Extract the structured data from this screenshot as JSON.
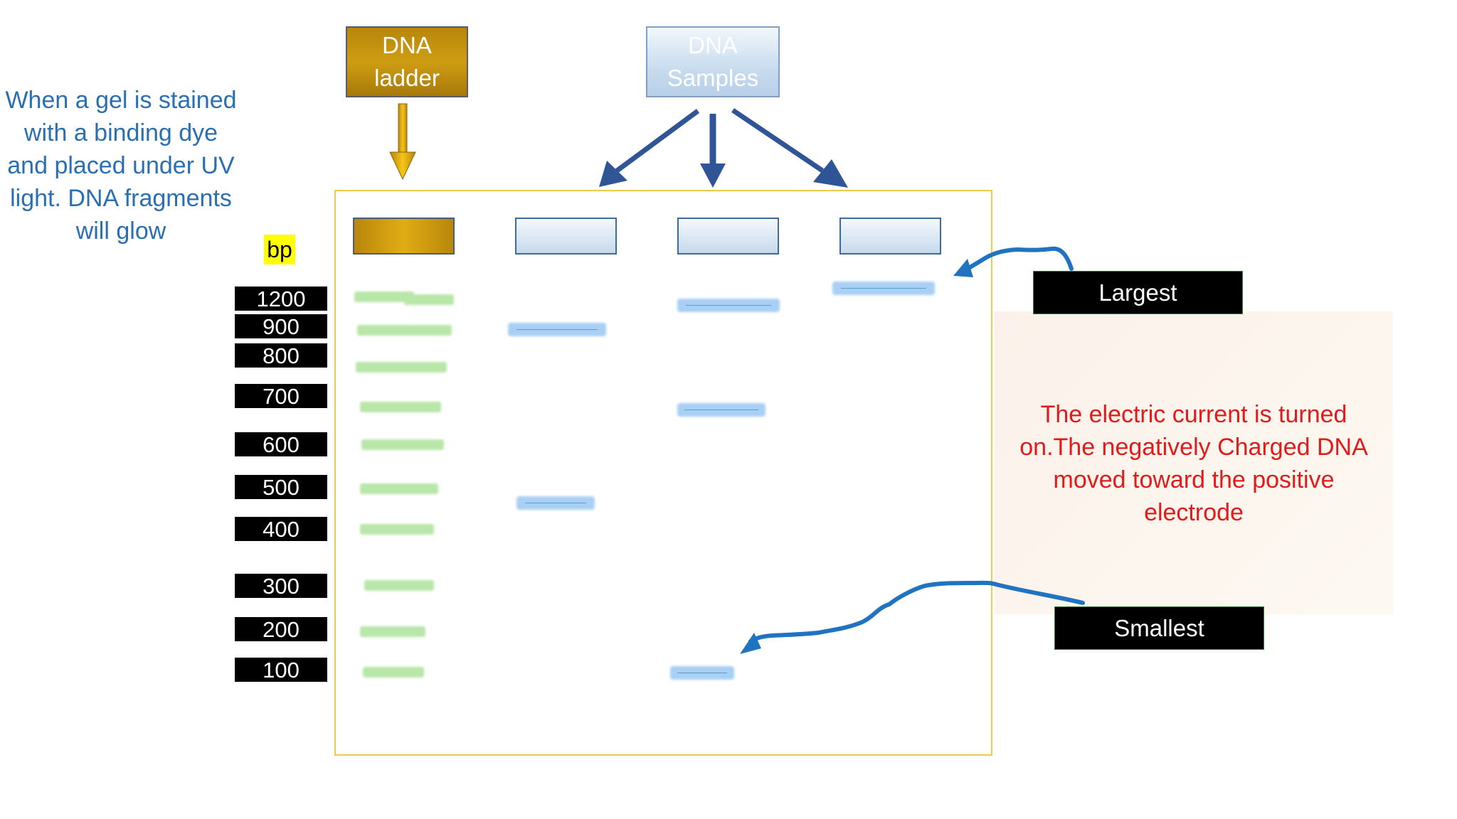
{
  "note": {
    "line1": "When a gel is stained",
    "line2": "with a binding dye",
    "line3": "and placed under UV",
    "line4": "light. DNA fragments",
    "line5": "will glow"
  },
  "headers": {
    "ladder_line1": "DNA",
    "ladder_line2": "ladder",
    "samples_line1": "DNA",
    "samples_line2": "Samples"
  },
  "bp_label": "bp",
  "sizes": [
    "1200",
    "900",
    "800",
    "700",
    "600",
    "500",
    "400",
    "300",
    "200",
    "100"
  ],
  "callouts": {
    "largest": "Largest",
    "smallest": "Smallest"
  },
  "current_note": {
    "line1": "The electric current is turned",
    "line2": "on.The negatively Charged DNA",
    "line3": "moved toward the positive",
    "line4": "electrode"
  },
  "colors": {
    "ladder_gold": "#b8860b",
    "ladder_band": "#b9e6a9",
    "sample_band": "#a9cff5",
    "arrow_blue": "#2f5597",
    "annotation_blue": "#1f73c0",
    "note_red": "#e11b1b"
  }
}
